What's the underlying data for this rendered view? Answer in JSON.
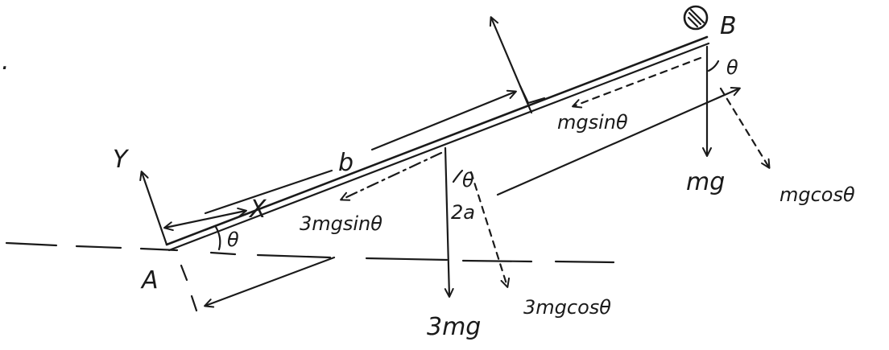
{
  "labels": {
    "point_a": "A",
    "point_b": "B",
    "axis_y": "Y",
    "axis_x": "X",
    "length_b": "b",
    "length_2a": "2a",
    "angle_incline": "θ",
    "angle_center": "θ",
    "angle_b": "θ",
    "force_3mg": "3mg",
    "force_mg": "mg",
    "comp_3mgsin": "3mgsinθ",
    "comp_3mgcos": "3mgcosθ",
    "comp_mgsin": "mgsinθ",
    "comp_mgcos": "mgcosθ",
    "stray_mark": "."
  },
  "colors": {
    "ink": "#1a1a1a",
    "background": "#ffffff"
  }
}
